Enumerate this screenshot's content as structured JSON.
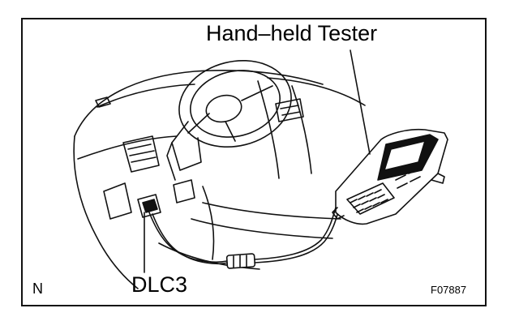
{
  "figure": {
    "labels": {
      "tester": "Hand–held Tester",
      "connector": "DLC3",
      "corner": "N",
      "code": "F07887"
    },
    "colors": {
      "line": "#111111",
      "background": "#ffffff"
    }
  }
}
